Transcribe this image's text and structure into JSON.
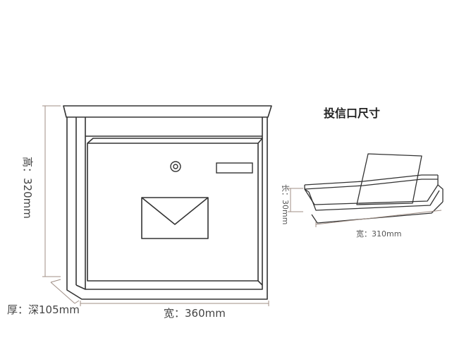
{
  "title": "投信口尺寸",
  "dimensions": {
    "height": "高：320mm",
    "depth": "厚：深105mm",
    "width": "宽：360mm"
  },
  "slot": {
    "length": "长：30mm",
    "width": "宽：310mm"
  },
  "colors": {
    "outline": "#333333",
    "dimension_line": "#a08f86"
  }
}
